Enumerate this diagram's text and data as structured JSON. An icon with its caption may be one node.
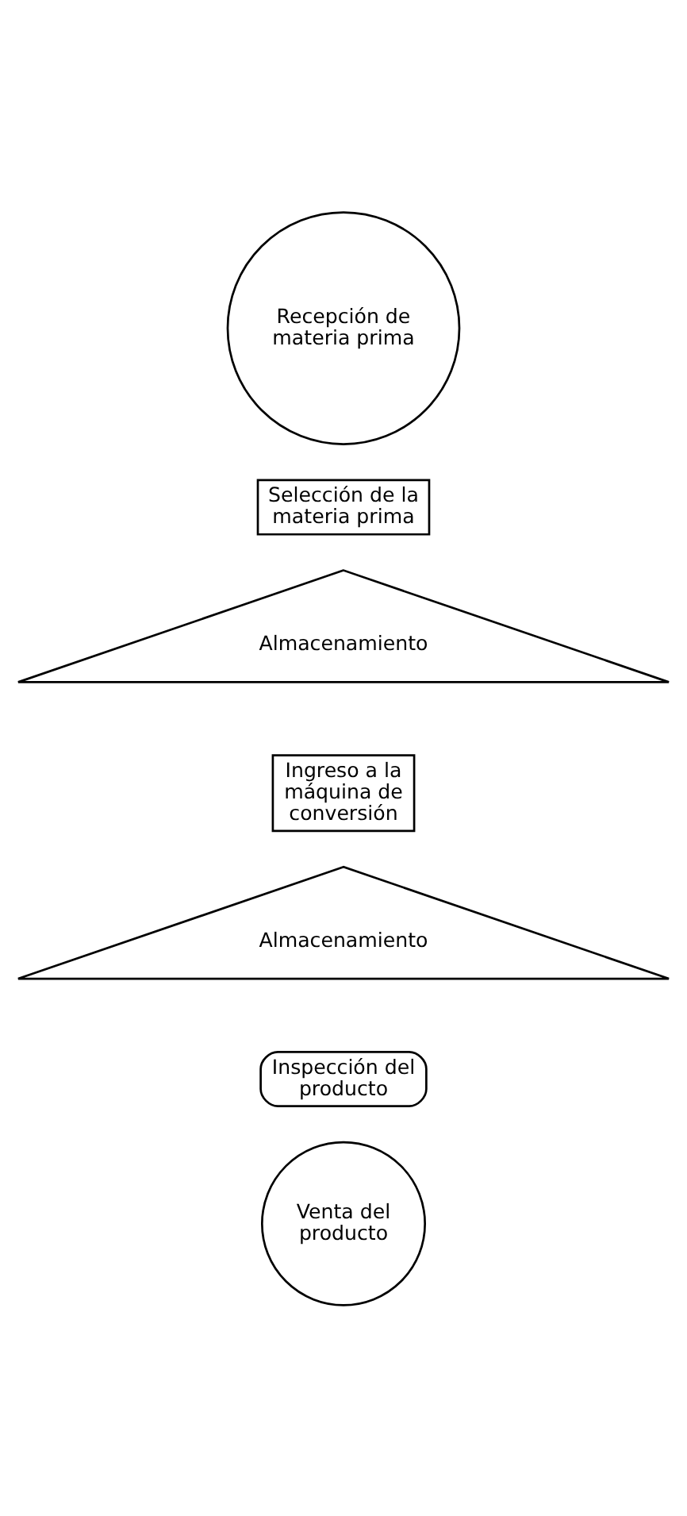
{
  "diagram": {
    "nodes": [
      {
        "text": [
          "Recepción de materia prima"
        ]
      },
      {
        "text": [
          "Selección de la materia prima"
        ]
      },
      {
        "text": [
          "Almacenamiento"
        ]
      },
      {
        "text": [
          "Ingreso a la máquina de conversión"
        ]
      },
      {
        "text": [
          "Almacenamiento"
        ]
      },
      {
        "text": [
          "Inspección del producto"
        ]
      },
      {
        "text": [
          "Venta del producto"
        ]
      }
    ],
    "edges": []
  }
}
